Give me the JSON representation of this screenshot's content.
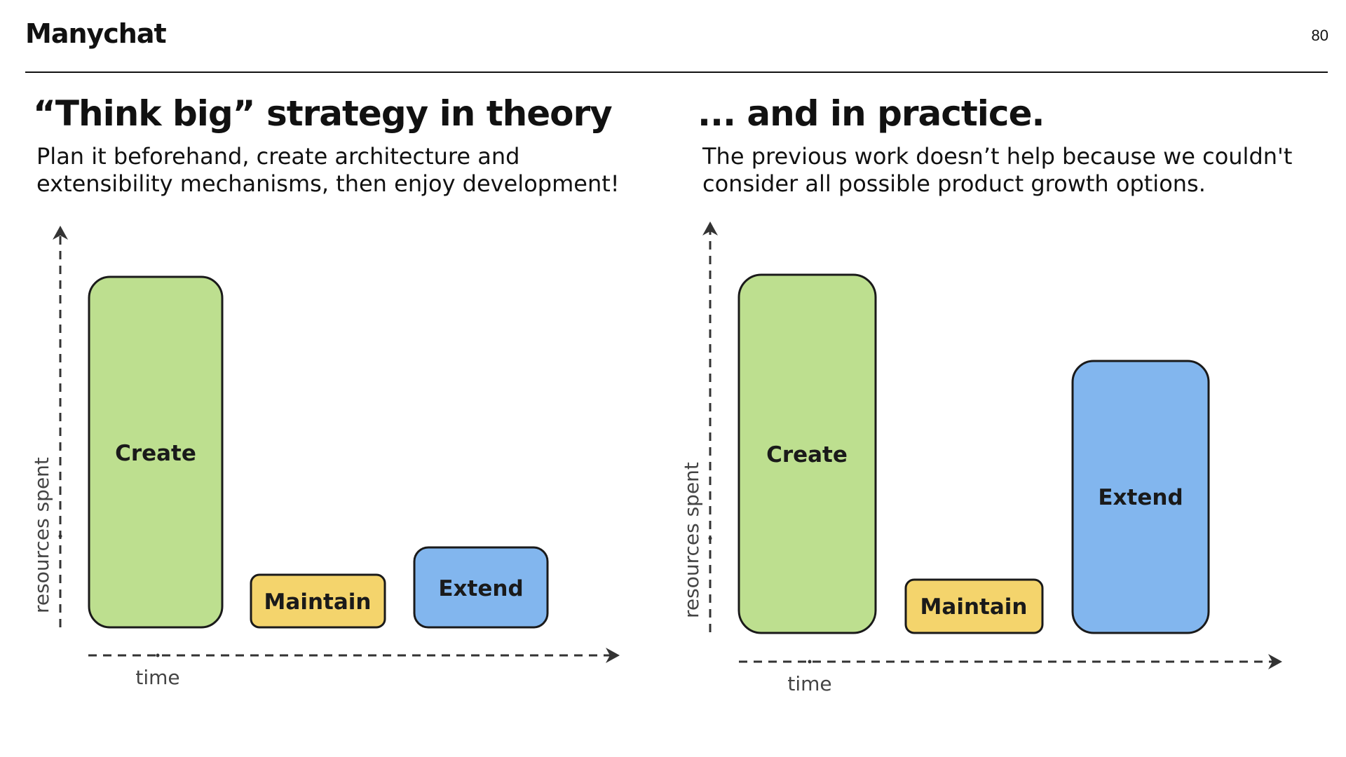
{
  "header": {
    "logo": "Manychat",
    "page_number": "80"
  },
  "left_panel": {
    "title": "“Think big” strategy in theory",
    "subtitle_line1": "Plan it beforehand, create architecture and",
    "subtitle_line2": "extensibility mechanisms, then enjoy development!",
    "diagram": {
      "y_axis_label": "resources spent",
      "x_axis_label": "time",
      "boxes": [
        {
          "label": "Create",
          "color": "#bddf8f",
          "relative_height": 1.0
        },
        {
          "label": "Maintain",
          "color": "#f4d46c",
          "relative_height": 0.15
        },
        {
          "label": "Extend",
          "color": "#82b6ee",
          "relative_height": 0.23
        }
      ]
    }
  },
  "right_panel": {
    "title": "... and in practice.",
    "subtitle_line1": "The previous work doesn’t help because we couldn't",
    "subtitle_line2": "consider all possible product growth options.",
    "diagram": {
      "y_axis_label": "resources spent",
      "x_axis_label": "time",
      "boxes": [
        {
          "label": "Create",
          "color": "#bddf8f",
          "relative_height": 1.0
        },
        {
          "label": "Maintain",
          "color": "#f4d46c",
          "relative_height": 0.15
        },
        {
          "label": "Extend",
          "color": "#82b6ee",
          "relative_height": 0.76
        }
      ]
    }
  },
  "colors": {
    "create": "#bddf8f",
    "maintain": "#f4d46c",
    "extend": "#82b6ee",
    "outline": "#1a1a1a",
    "axis": "#333333"
  }
}
